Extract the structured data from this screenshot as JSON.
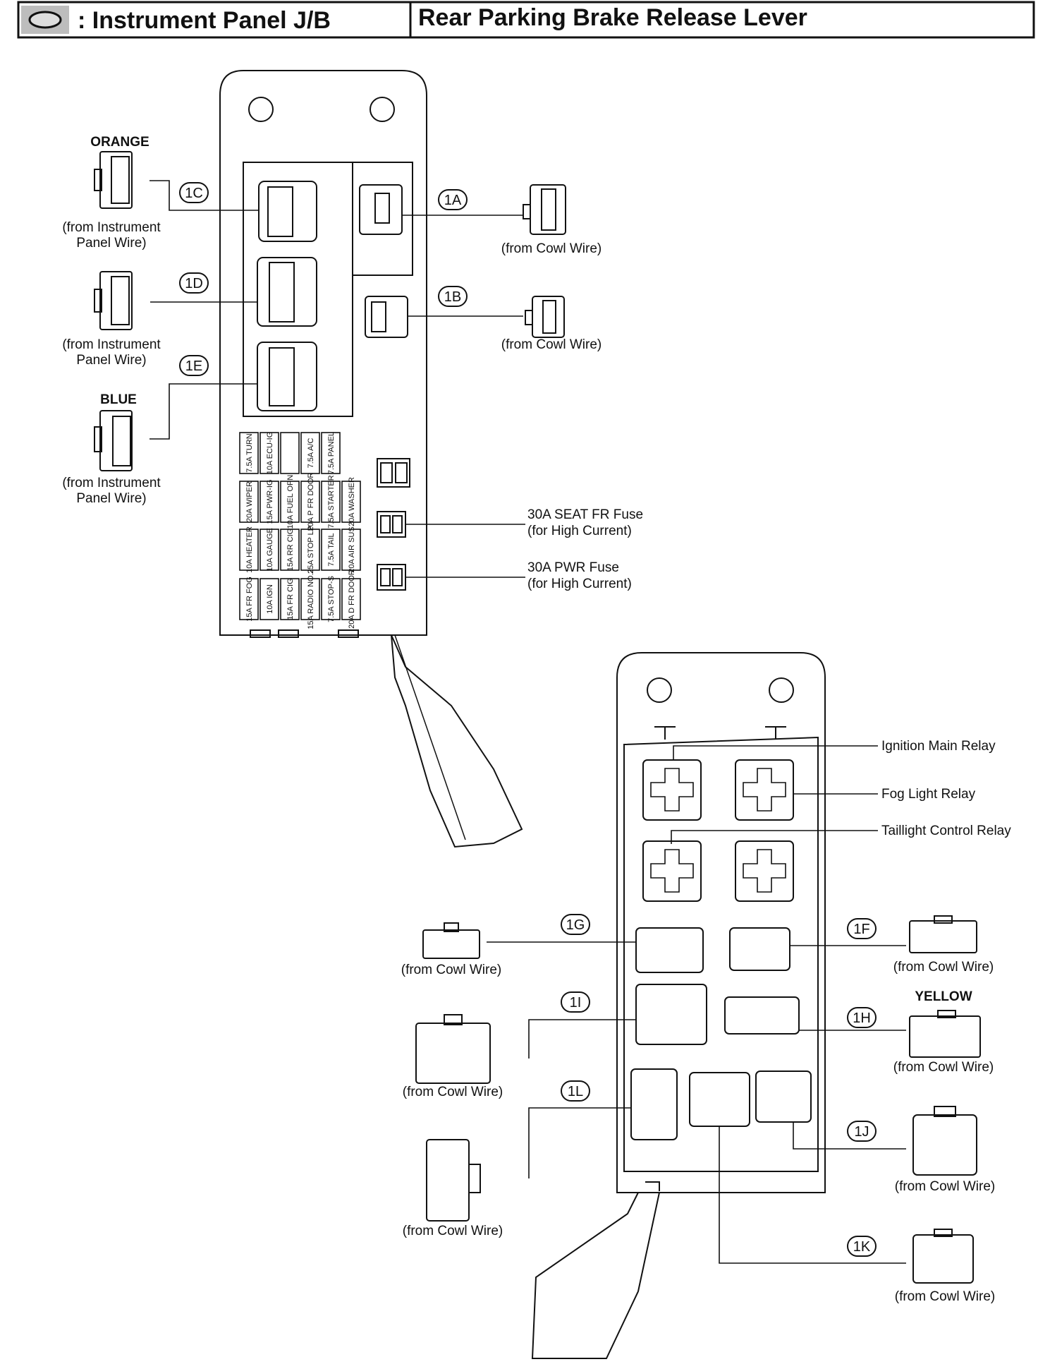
{
  "header": {
    "icon": "oval-location-icon",
    "title": ": Instrument Panel J/B",
    "location": "Rear Parking Brake Release Lever"
  },
  "upper_block": {
    "connectors": [
      {
        "id": "1C",
        "color_label": "ORANGE",
        "source": [
          "(from Instrument",
          "Panel Wire)"
        ]
      },
      {
        "id": "1D",
        "color_label": "",
        "source": [
          "(from Instrument",
          "Panel Wire)"
        ]
      },
      {
        "id": "1E",
        "color_label": "BLUE",
        "source": [
          "(from Instrument",
          "Panel Wire)"
        ]
      },
      {
        "id": "1A",
        "source": [
          "(from Cowl Wire)"
        ]
      },
      {
        "id": "1B",
        "source": [
          "(from Cowl Wire)"
        ]
      }
    ],
    "fuse_rows": [
      [
        "7.5A TURN",
        "10A ECU-IG",
        "",
        "7.5A A/C",
        "7.5A PANEL"
      ],
      [
        "20A WIPER",
        "15A PWR-IG",
        "10A FUEL OPN",
        "20A P FR DOOR",
        "7.5A STARTER",
        "20A WASHER"
      ],
      [
        "10A HEATER",
        "10A GAUGE",
        "15A RR CIG",
        "25A STOP LP",
        "7.5A TAIL",
        "20A AIR SUS"
      ],
      [
        "15A FR FOG",
        "10A IGN",
        "15A FR CIG",
        "15A RADIO NO.2",
        "7.5A STOP-S",
        "20A D FR DOOR"
      ]
    ],
    "high_current_fuses": [
      {
        "name": "30A SEAT FR Fuse",
        "note": "(for High Current)"
      },
      {
        "name": "30A PWR Fuse",
        "note": "(for High Current)"
      }
    ]
  },
  "lower_block": {
    "relays": [
      "Ignition Main Relay",
      "Fog Light Relay",
      "Taillight Control Relay"
    ],
    "connectors": [
      {
        "id": "1G",
        "source": "(from Cowl Wire)"
      },
      {
        "id": "1F",
        "source": "(from Cowl Wire)"
      },
      {
        "id": "1I",
        "source": "(from Cowl Wire)"
      },
      {
        "id": "1H",
        "color_label": "YELLOW",
        "source": "(from Cowl Wire)"
      },
      {
        "id": "1L",
        "source": "(from Cowl Wire)"
      },
      {
        "id": "1J",
        "source": "(from Cowl Wire)"
      },
      {
        "id": "1K",
        "source": "(from Cowl Wire)"
      }
    ]
  }
}
